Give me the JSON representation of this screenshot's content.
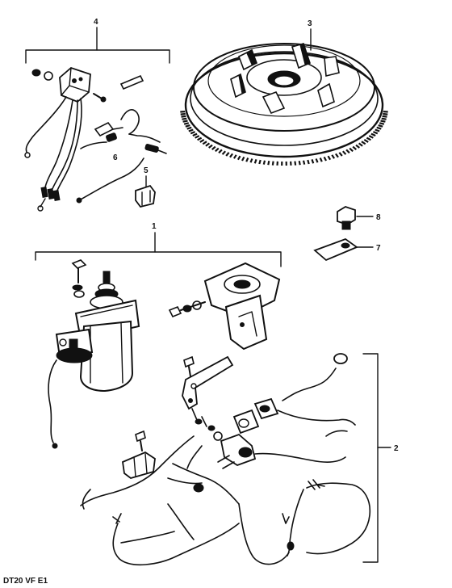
{
  "callouts": {
    "c1": "1",
    "c2": "2",
    "c3": "3",
    "c4": "4",
    "c5": "5",
    "c6": "6",
    "c7": "7",
    "c8": "8"
  },
  "footer_code": "DT20 VF E1",
  "ink_color": "#111111",
  "paper_color": "#ffffff"
}
